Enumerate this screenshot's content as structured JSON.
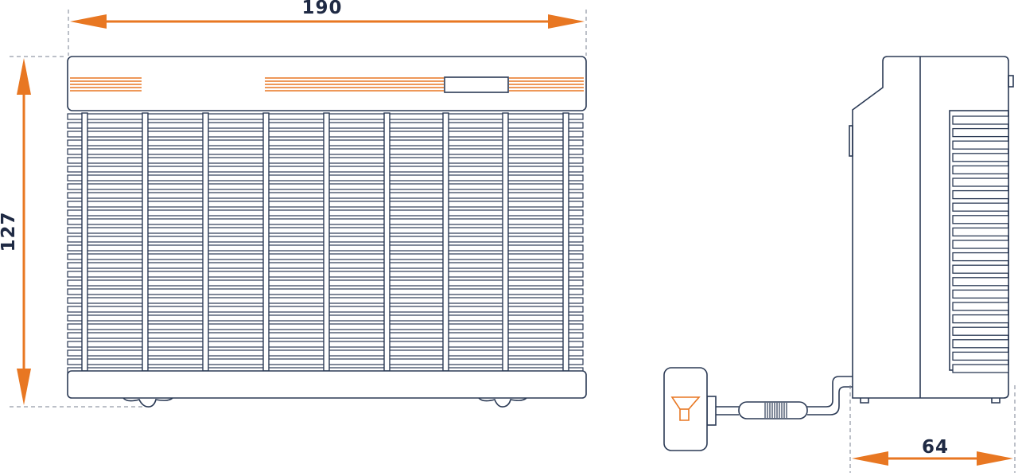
{
  "dimensions": {
    "width": {
      "value": "190"
    },
    "height": {
      "value": "127"
    },
    "depth": {
      "value": "64"
    }
  },
  "colors": {
    "outline": "#2b3a55",
    "accent": "#e87722",
    "guide": "#7a8290"
  },
  "icons": {
    "plug": "speaker-horn-icon"
  }
}
